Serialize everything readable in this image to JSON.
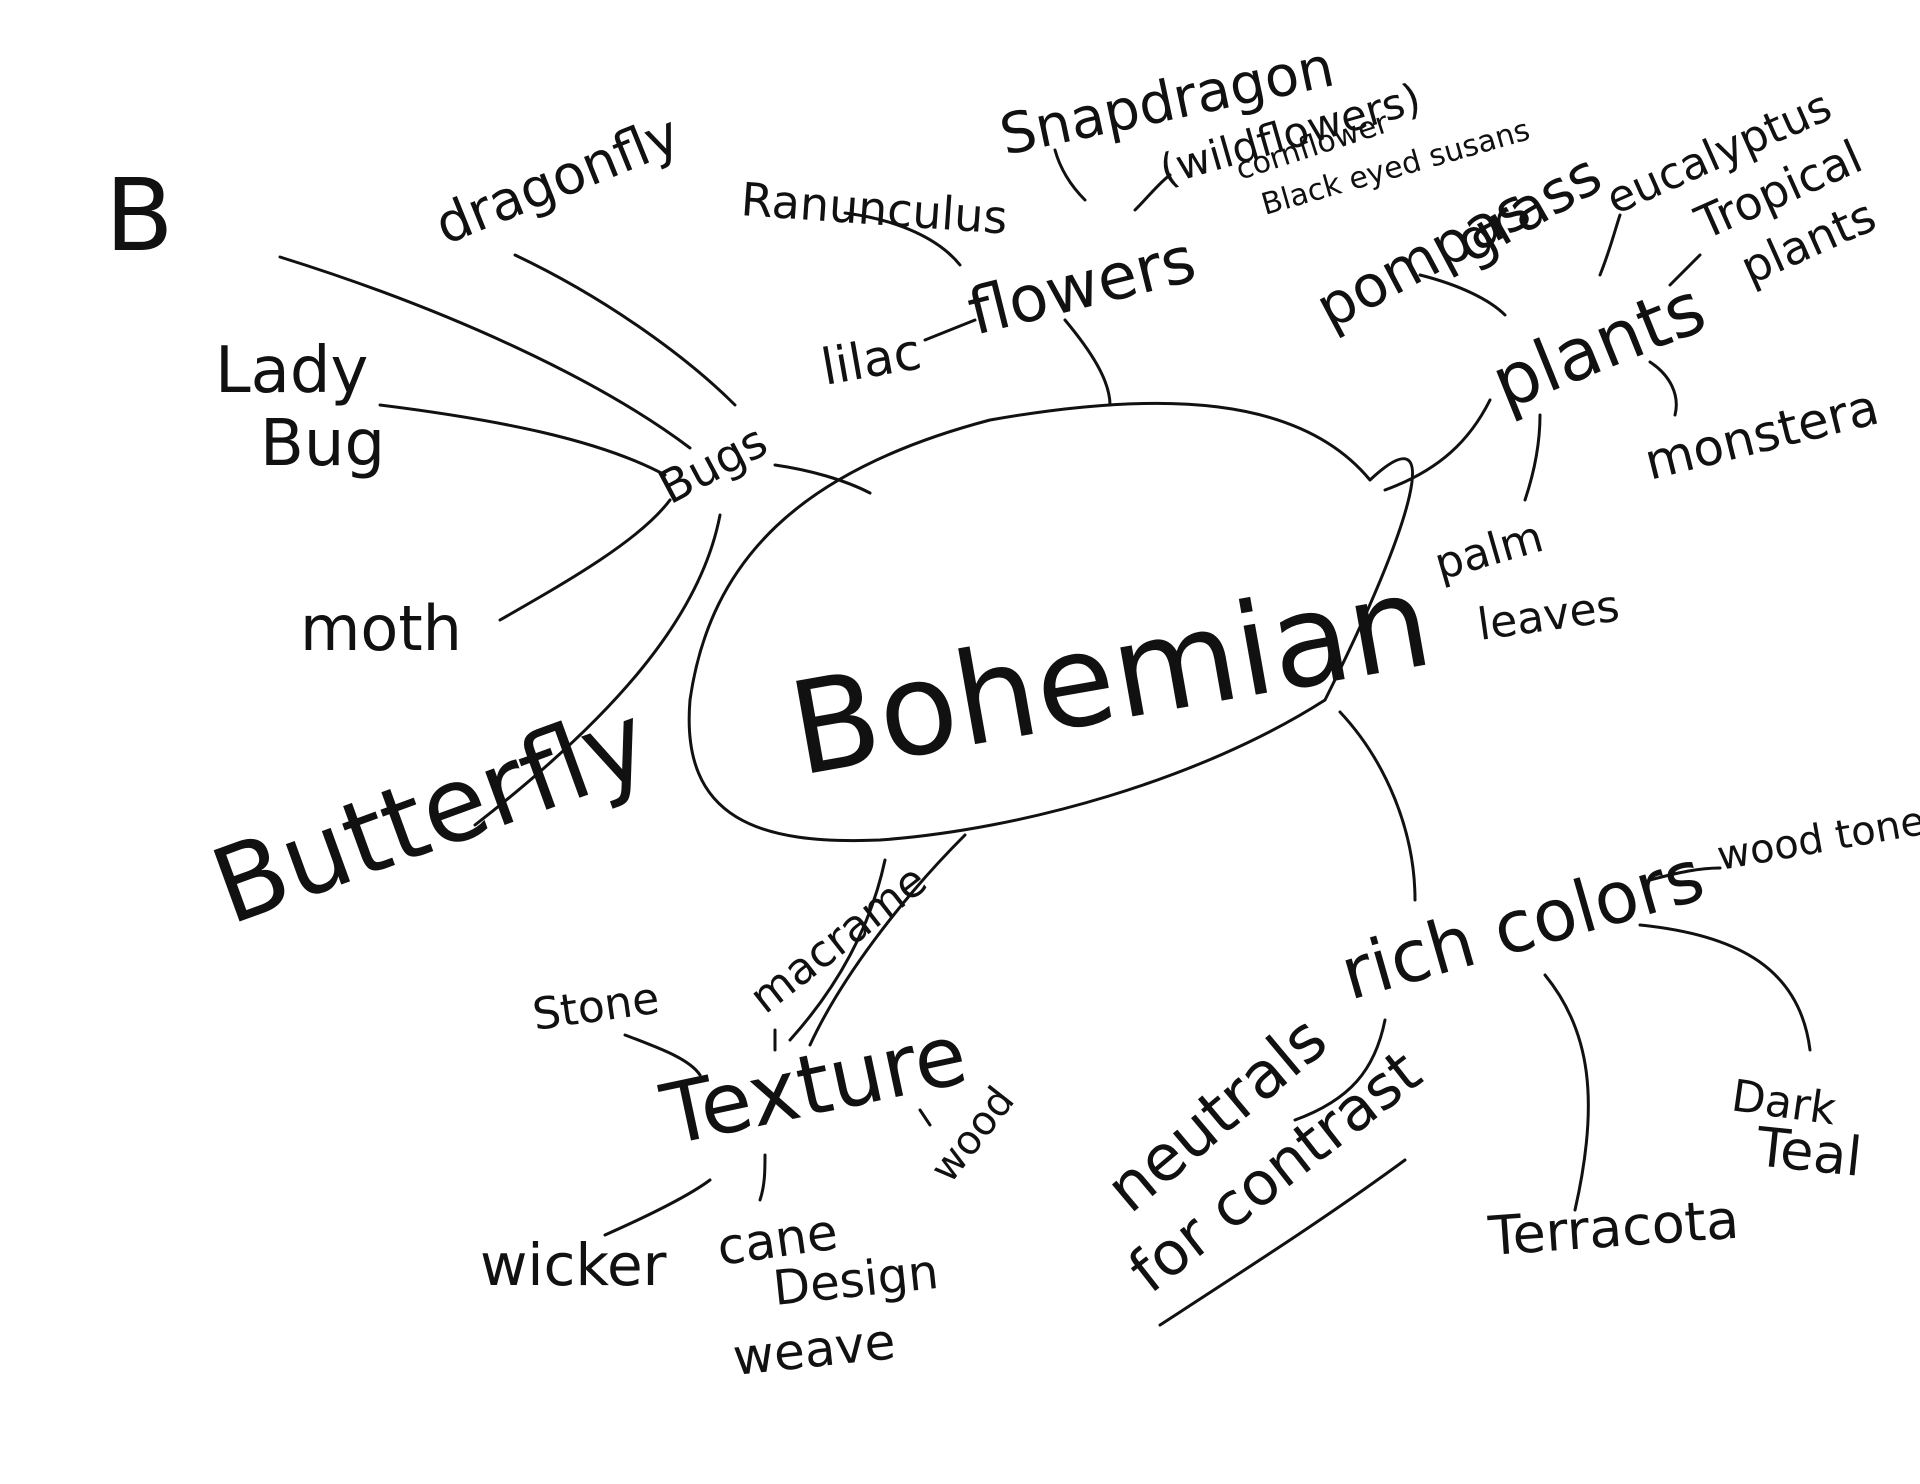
{
  "diagram": {
    "center": "Bohemian",
    "branches": {
      "bugs": {
        "label": "Bugs",
        "items": [
          "B",
          "dragonfly",
          "Lady",
          "Bug",
          "moth",
          "Butterfly"
        ]
      },
      "flowers": {
        "label": "flowers",
        "items": [
          "Snapdragon",
          "Ranunculus",
          "(wildflowers)",
          "cornflower",
          "Black eyed susans",
          "lilac"
        ]
      },
      "plants": {
        "label": "plants",
        "items": [
          "pompas",
          "grass",
          "eucalyptus",
          "Tropical",
          "plants",
          "monstera",
          "palm",
          "leaves"
        ]
      },
      "texture": {
        "label": "Texture",
        "items": [
          "macrame",
          "Stone",
          "wood",
          "wicker",
          "cane",
          "Design",
          "weave"
        ]
      },
      "rich_colors": {
        "label": "rich colors",
        "items": [
          "wood tones",
          "neutrals",
          "for contrast",
          "Terracota",
          "Dark",
          "Teal"
        ]
      }
    }
  }
}
